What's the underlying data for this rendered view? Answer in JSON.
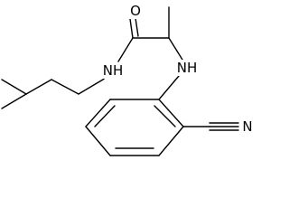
{
  "molecule": {
    "atom_labels": {
      "oxygen": "O",
      "amide_nh": "NH",
      "amine_nh": "NH",
      "nitrile_n": "N"
    }
  }
}
